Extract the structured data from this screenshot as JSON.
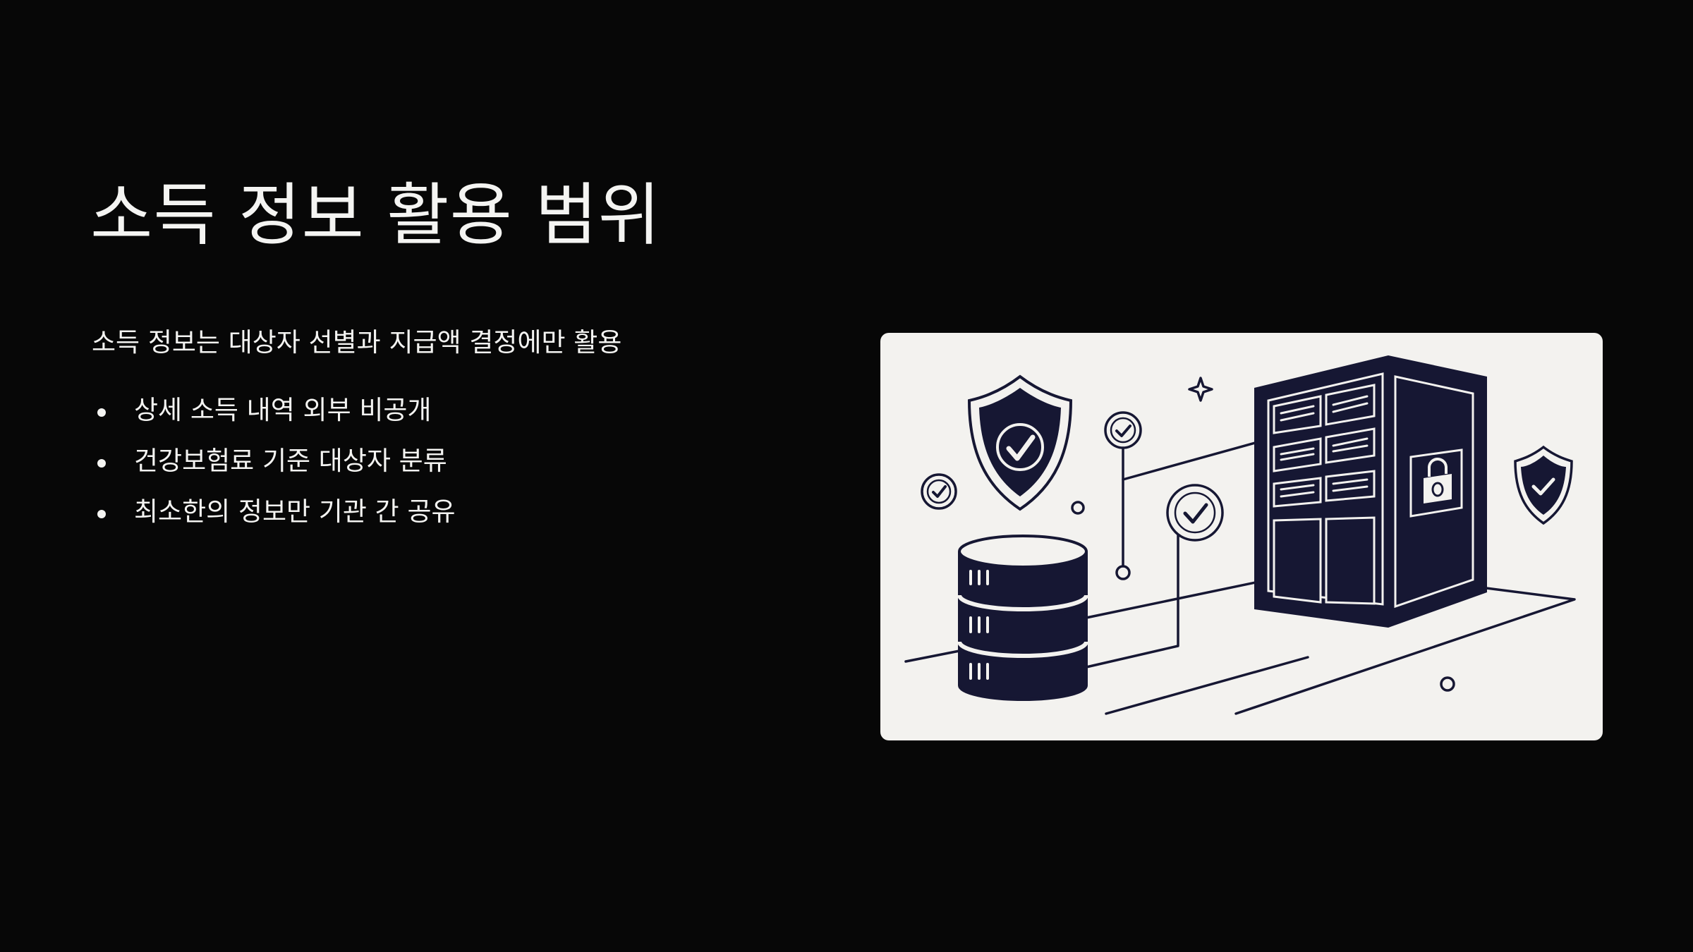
{
  "slide": {
    "title": "소득 정보 활용 범위",
    "subtitle": "소득 정보는 대상자 선별과 지급액 결정에만 활용",
    "bullets": [
      "상세 소득 내역 외부 비공개",
      "건강보험료 기준 대상자 분류",
      "최소한의 정보만 기관 간 공유"
    ]
  },
  "illustration": {
    "subject": "data-security-servers",
    "icons": [
      "shield-check-icon",
      "database-icon",
      "server-rack-icon",
      "padlock-icon",
      "checkmark-badge-icon",
      "sparkle-icon"
    ],
    "colors": {
      "background": "#070707",
      "text": "#f4f4f2",
      "card": "#f3f2ef",
      "ink": "#161733"
    }
  }
}
